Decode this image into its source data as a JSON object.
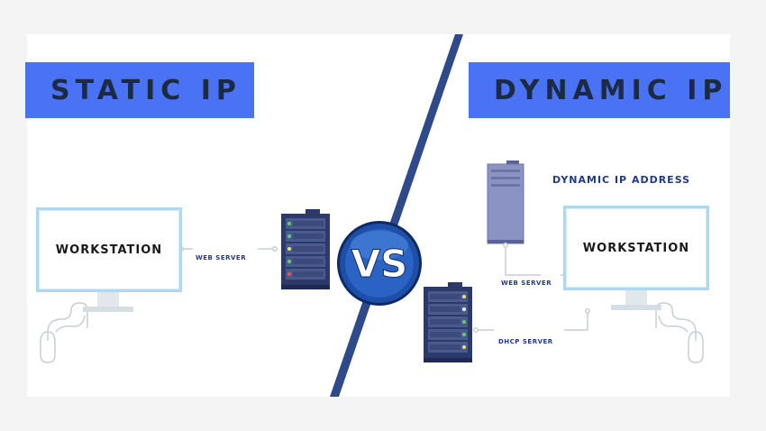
{
  "left_title": "STATIC IP",
  "right_title": "DYNAMIC IP",
  "vs_label": "VS",
  "left_workstation": "WORKSTATION",
  "right_workstation": "WORKSTATION",
  "left_web_server_label": "WEB SERVER",
  "right_web_server_label": "WEB SERVER",
  "dhcp_server_label": "DHCP SERVER",
  "dynamic_address_label": "DYNAMIC IP ADDRESS",
  "colors": {
    "banner": "#4a72f4",
    "banner_text": "#1d2a44",
    "divider": "#2f4a8a",
    "server_dark": "#2c3a6a",
    "server_light": "#8a93c4",
    "vs_badge": "#1e4fa8",
    "monitor_border": "#aed8f2",
    "label_text": "#1f3a8a"
  }
}
